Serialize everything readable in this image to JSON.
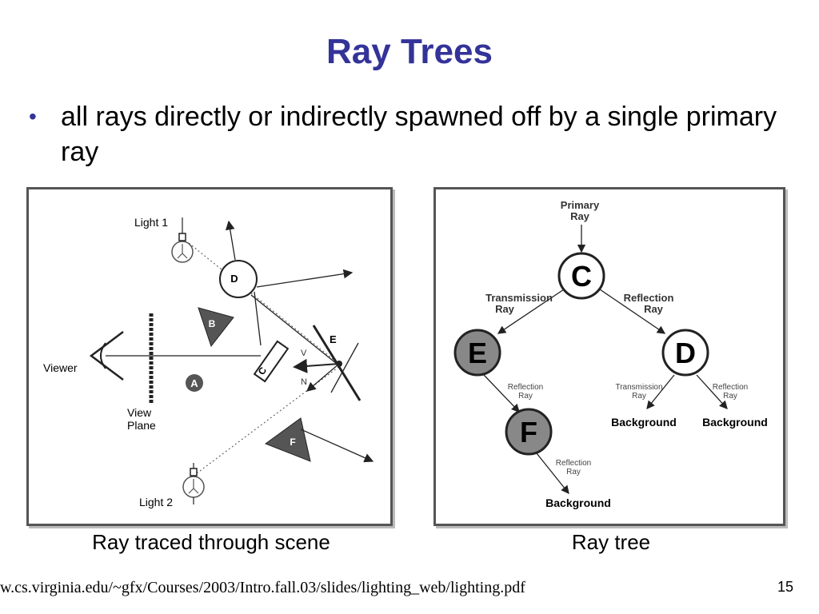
{
  "slide": {
    "title": "Ray Trees",
    "bullet": "all rays directly or indirectly spawned off by a single primary ray",
    "source": "w.cs.virginia.edu/~gfx/Courses/2003/Intro.fall.03/slides/lighting_web/lighting.pdf",
    "page_number": "15"
  },
  "scene": {
    "caption": "Ray traced through scene",
    "labels": {
      "light1": "Light 1",
      "light2": "Light 2",
      "viewer": "Viewer",
      "view_plane_1": "View",
      "view_plane_2": "Plane",
      "obj_a": "A",
      "obj_b": "B",
      "obj_c": "C",
      "obj_d": "D",
      "obj_e": "E",
      "obj_f": "F",
      "v": "V",
      "n": "N"
    }
  },
  "tree": {
    "caption": "Ray tree",
    "primary_1": "Primary",
    "primary_2": "Ray",
    "node_c": "C",
    "node_e": "E",
    "node_d": "D",
    "node_f": "F",
    "transmission_1": "Transmission",
    "transmission_2": "Ray",
    "reflection_1": "Reflection",
    "reflection_2": "Ray",
    "e_reflection_1": "Reflection",
    "e_reflection_2": "Ray",
    "d_transmission_1": "Transmission",
    "d_transmission_2": "Ray",
    "d_reflection_1": "Reflection",
    "d_reflection_2": "Ray",
    "f_reflection_1": "Reflection",
    "f_reflection_2": "Ray",
    "bg_d_left": "Background",
    "bg_d_right": "Background",
    "bg_f": "Background"
  }
}
